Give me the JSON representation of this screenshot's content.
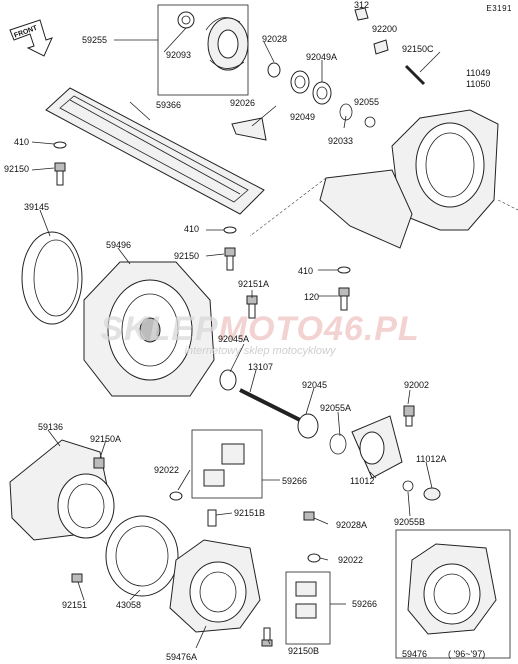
{
  "diagram_code": "E3191",
  "front_arrow": "FRONT",
  "watermark": {
    "brand_prefix": "SKLEP",
    "brand_suffix": "MOTO46.PL",
    "tagline": "internetowy sklep motocyklowy"
  },
  "labels": {
    "p312": "312",
    "p92200": "92200",
    "p59255": "59255",
    "p92093": "92093",
    "p92028": "92028",
    "p92049A": "92049A",
    "p92150C": "92150C",
    "p11049": "11049",
    "p11050": "11050",
    "p59366": "59366",
    "p92026": "92026",
    "p92055": "92055",
    "p92049": "92049",
    "p92033": "92033",
    "p410a": "410",
    "p92150a": "92150",
    "p39145": "39145",
    "p59496": "59496",
    "p410b": "410",
    "p92150b": "92150",
    "p410c": "410",
    "p92151A": "92151A",
    "p120": "120",
    "p92045A": "92045A",
    "p13107": "13107",
    "p92045": "92045",
    "p92002": "92002",
    "p92055A": "92055A",
    "p59136": "59136",
    "p92150A": "92150A",
    "p92022a": "92022",
    "p59266a": "59266",
    "p11012": "11012",
    "p11012A": "11012A",
    "p92151B": "92151B",
    "p92028A": "92028A",
    "p92055B": "92055B",
    "p92022b": "92022",
    "p59266b": "59266",
    "p92151": "92151",
    "p43058": "43058",
    "p59476A": "59476A",
    "p92150B": "92150B",
    "p59476": "59476",
    "p_years": "( '96~'97)"
  }
}
